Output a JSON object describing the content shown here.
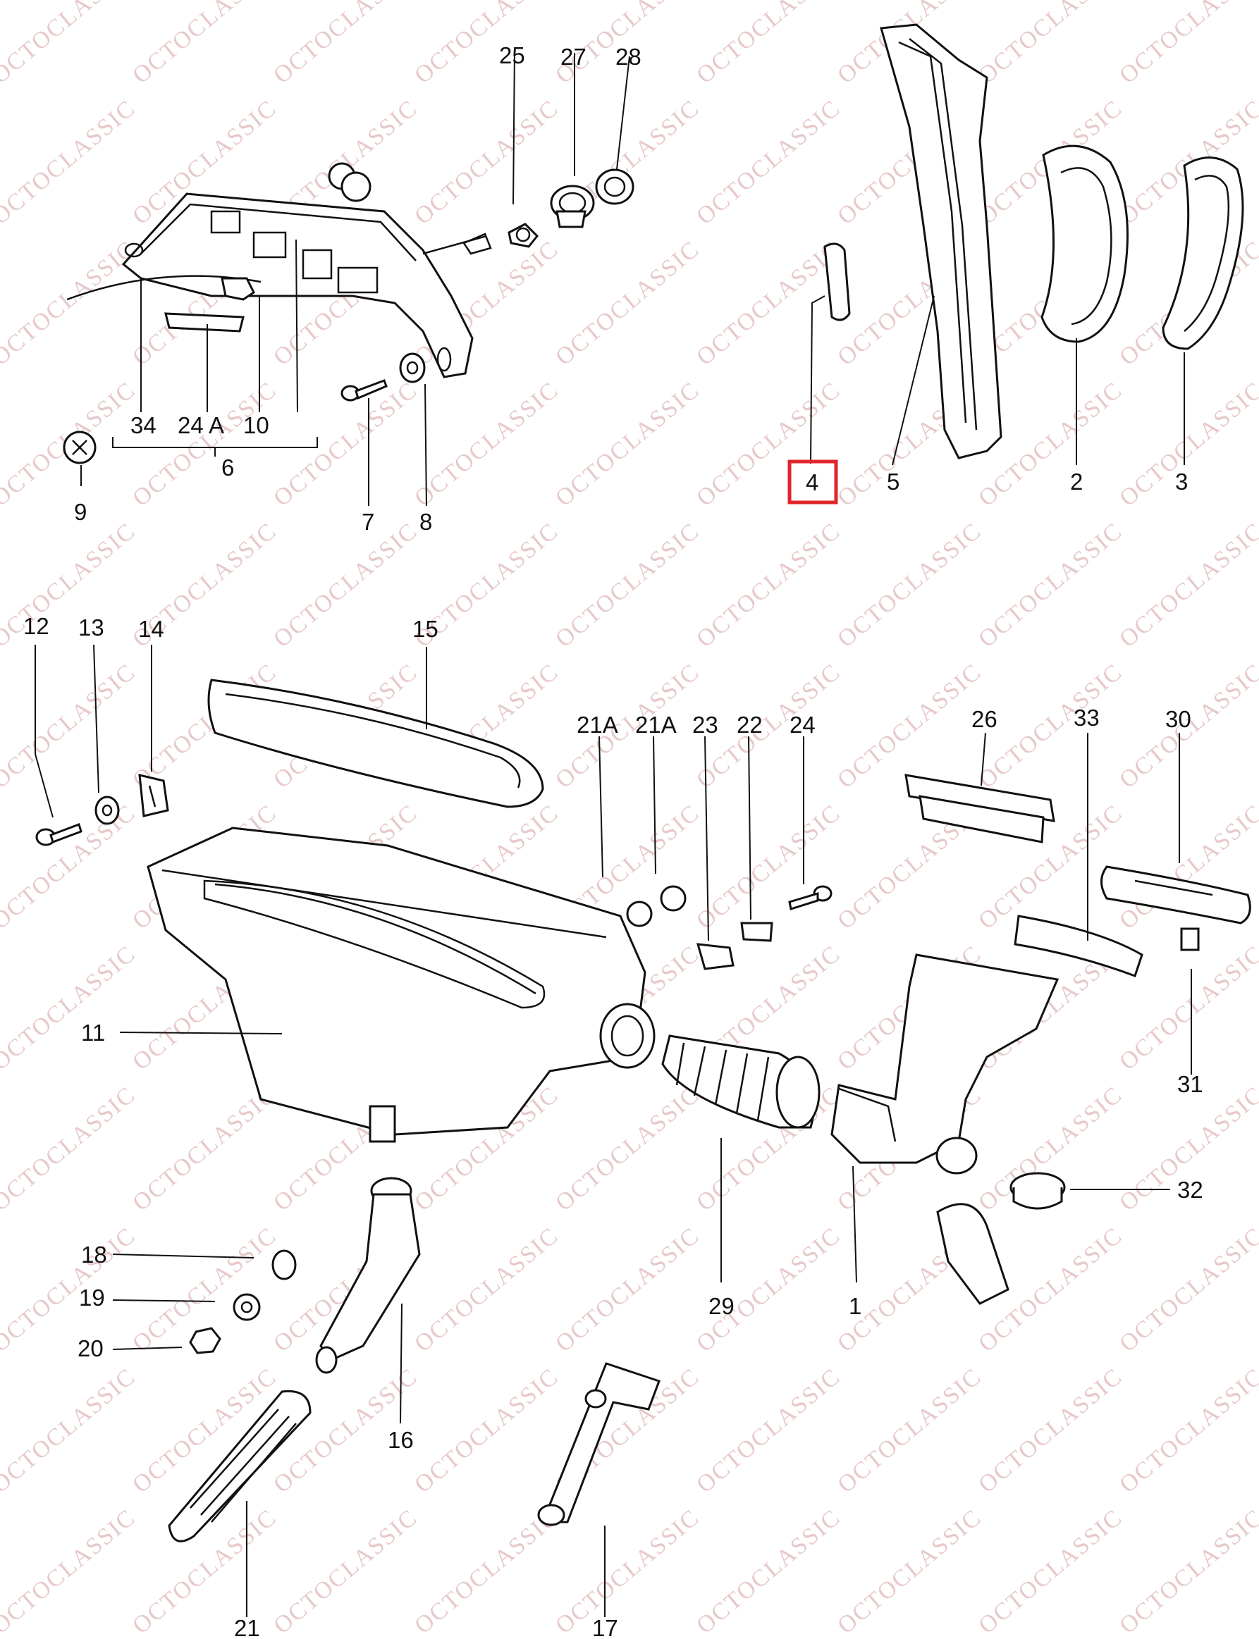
{
  "watermark": "OCTOCLASSIC",
  "highlight_color": "#e0262b",
  "highlighted_label": "4",
  "callouts": [
    {
      "id": "c25",
      "text": "25"
    },
    {
      "id": "c27",
      "text": "27"
    },
    {
      "id": "c28",
      "text": "28"
    },
    {
      "id": "c34",
      "text": "34"
    },
    {
      "id": "c24a_top",
      "text": "24 A"
    },
    {
      "id": "c10",
      "text": "10"
    },
    {
      "id": "c6",
      "text": "6"
    },
    {
      "id": "c9",
      "text": "9"
    },
    {
      "id": "c7",
      "text": "7"
    },
    {
      "id": "c8",
      "text": "8"
    },
    {
      "id": "c4",
      "text": "4"
    },
    {
      "id": "c5",
      "text": "5"
    },
    {
      "id": "c2",
      "text": "2"
    },
    {
      "id": "c3",
      "text": "3"
    },
    {
      "id": "c12",
      "text": "12"
    },
    {
      "id": "c13",
      "text": "13"
    },
    {
      "id": "c14",
      "text": "14"
    },
    {
      "id": "c15",
      "text": "15"
    },
    {
      "id": "c21a_1",
      "text": "21A"
    },
    {
      "id": "c21a_2",
      "text": "21A"
    },
    {
      "id": "c23",
      "text": "23"
    },
    {
      "id": "c22",
      "text": "22"
    },
    {
      "id": "c24",
      "text": "24"
    },
    {
      "id": "c26",
      "text": "26"
    },
    {
      "id": "c33",
      "text": "33"
    },
    {
      "id": "c30",
      "text": "30"
    },
    {
      "id": "c11",
      "text": "11"
    },
    {
      "id": "c31",
      "text": "31"
    },
    {
      "id": "c32",
      "text": "32"
    },
    {
      "id": "c18",
      "text": "18"
    },
    {
      "id": "c19",
      "text": "19"
    },
    {
      "id": "c20",
      "text": "20"
    },
    {
      "id": "c29",
      "text": "29"
    },
    {
      "id": "c1",
      "text": "1"
    },
    {
      "id": "c16",
      "text": "16"
    },
    {
      "id": "c21",
      "text": "21"
    },
    {
      "id": "c17",
      "text": "17"
    }
  ]
}
